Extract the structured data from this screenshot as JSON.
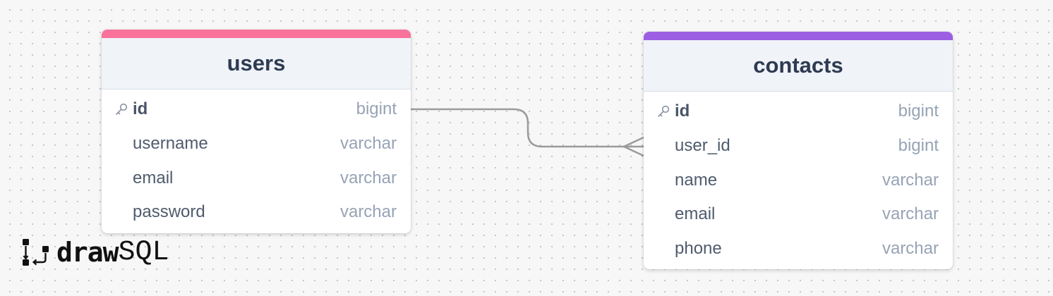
{
  "canvas": {
    "background": "#f7f7f7",
    "dot_color": "#c4c4c4"
  },
  "tables": {
    "users": {
      "name": "users",
      "accent_color": "#f9729c",
      "columns": [
        {
          "name": "id",
          "type": "bigint",
          "primary_key": true
        },
        {
          "name": "username",
          "type": "varchar",
          "primary_key": false
        },
        {
          "name": "email",
          "type": "varchar",
          "primary_key": false
        },
        {
          "name": "password",
          "type": "varchar",
          "primary_key": false
        }
      ]
    },
    "contacts": {
      "name": "contacts",
      "accent_color": "#9c5fe3",
      "columns": [
        {
          "name": "id",
          "type": "bigint",
          "primary_key": true
        },
        {
          "name": "user_id",
          "type": "bigint",
          "primary_key": false
        },
        {
          "name": "name",
          "type": "varchar",
          "primary_key": false
        },
        {
          "name": "email",
          "type": "varchar",
          "primary_key": false
        },
        {
          "name": "phone",
          "type": "varchar",
          "primary_key": false
        }
      ]
    }
  },
  "relationships": [
    {
      "from_table": "users",
      "from_column": "id",
      "to_table": "contacts",
      "to_column": "user_id",
      "cardinality": "one-to-many"
    }
  ],
  "logo": {
    "part1": "draw",
    "part2": "SQL"
  },
  "icons": {
    "primary_key": "key-icon",
    "logo_mark": "drawsql-logo-icon"
  }
}
